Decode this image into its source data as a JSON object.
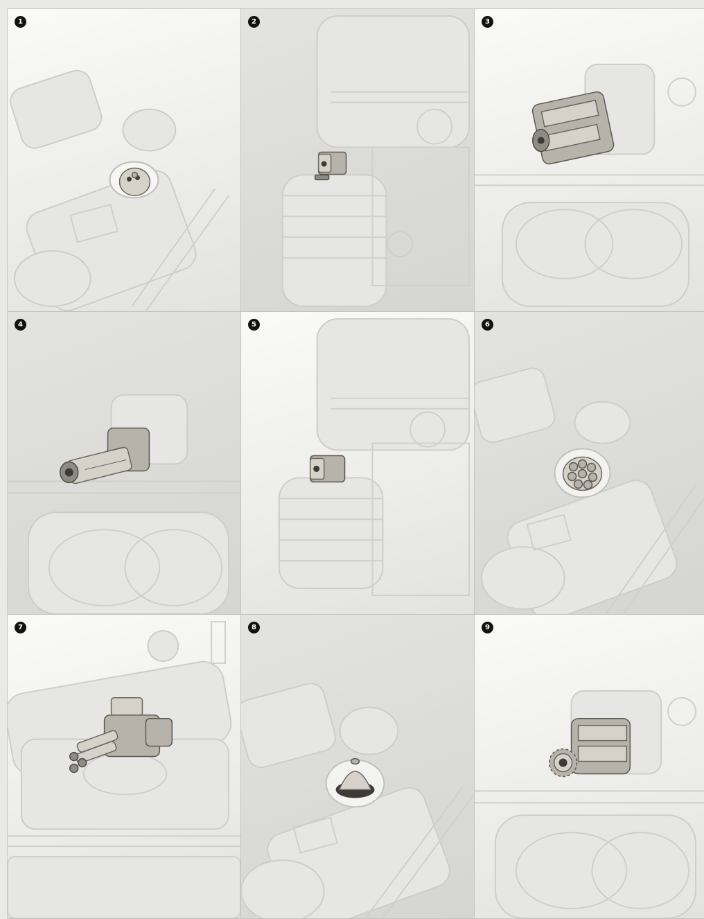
{
  "panels": [
    {
      "step": "1",
      "part_icon": "ball-sponson-icon"
    },
    {
      "step": "2",
      "part_icon": "small-gun-mount-icon"
    },
    {
      "step": "3",
      "part_icon": "cylinder-gun-icon"
    },
    {
      "step": "4",
      "part_icon": "long-barrel-gun-icon"
    },
    {
      "step": "5",
      "part_icon": "small-gun-mount-icon"
    },
    {
      "step": "6",
      "part_icon": "multi-tube-launcher-icon"
    },
    {
      "step": "7",
      "part_icon": "twin-barrel-turret-icon"
    },
    {
      "step": "8",
      "part_icon": "cone-plug-icon"
    },
    {
      "step": "9",
      "part_icon": "gear-barrel-gun-icon"
    }
  ]
}
